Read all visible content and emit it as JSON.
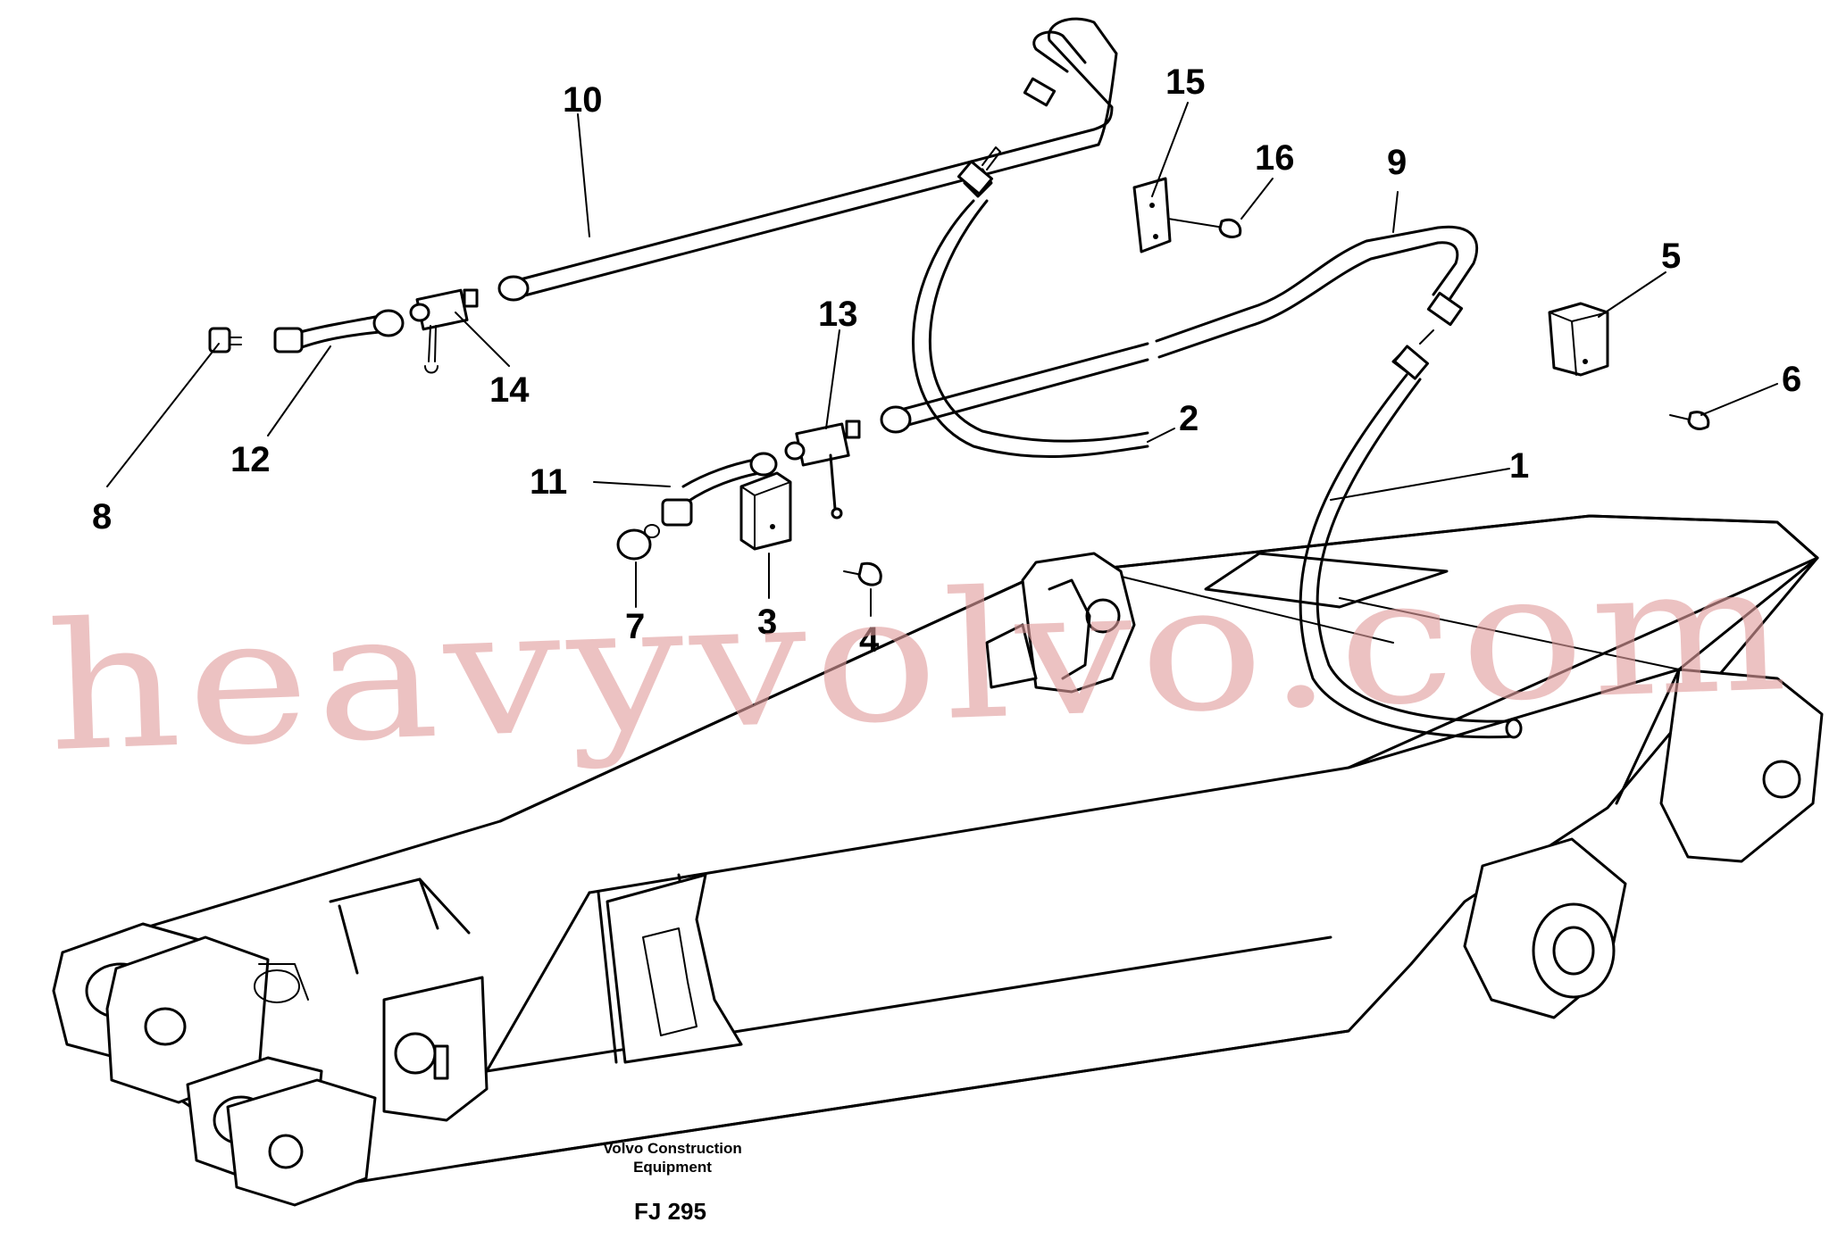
{
  "diagram": {
    "callouts": [
      {
        "label": "1"
      },
      {
        "label": "2"
      },
      {
        "label": "3"
      },
      {
        "label": "4"
      },
      {
        "label": "5"
      },
      {
        "label": "6"
      },
      {
        "label": "7"
      },
      {
        "label": "8"
      },
      {
        "label": "9"
      },
      {
        "label": "10"
      },
      {
        "label": "11"
      },
      {
        "label": "12"
      },
      {
        "label": "13"
      },
      {
        "label": "14"
      },
      {
        "label": "15"
      },
      {
        "label": "16"
      }
    ],
    "caption": {
      "line1": "Volvo Construction",
      "line2": "Equipment",
      "code": "FJ 295"
    },
    "watermark": "heavyvolvo.com"
  }
}
